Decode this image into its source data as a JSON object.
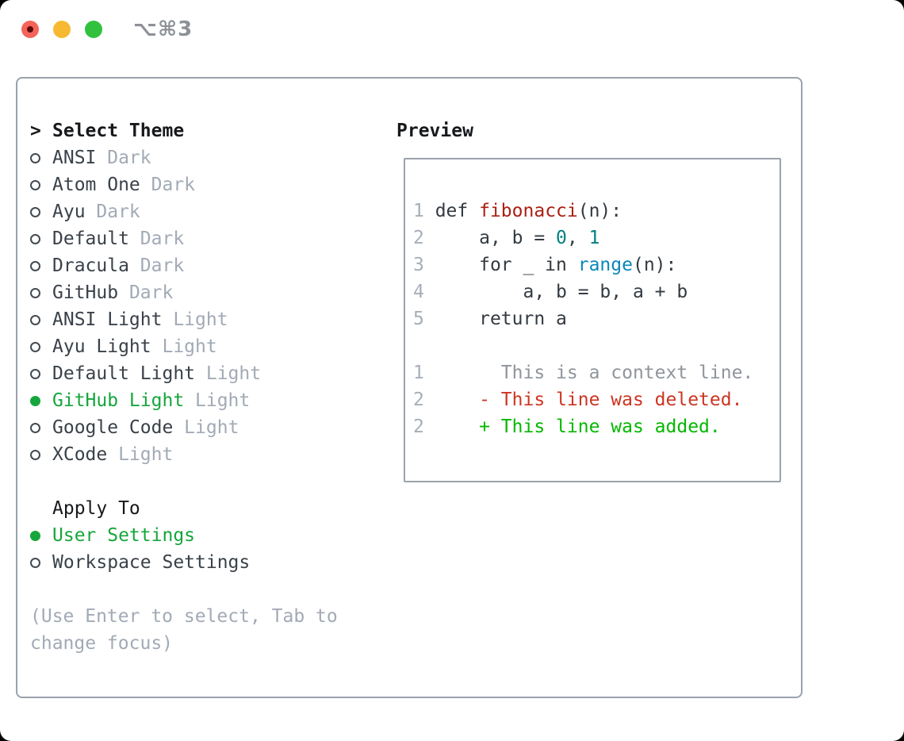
{
  "window": {
    "title": "⌥⌘3"
  },
  "titlebar": {
    "buttons": [
      {
        "name": "close-button",
        "color": "#f4645a",
        "has_dot": true
      },
      {
        "name": "minimize-button",
        "color": "#f7b932",
        "has_dot": false
      },
      {
        "name": "zoom-button",
        "color": "#32c13e",
        "has_dot": false
      }
    ]
  },
  "theme_panel": {
    "prompt": ">",
    "header": "Select Theme",
    "themes": [
      {
        "name": "ANSI",
        "variant": "Dark",
        "selected": false
      },
      {
        "name": "Atom One",
        "variant": "Dark",
        "selected": false
      },
      {
        "name": "Ayu",
        "variant": "Dark",
        "selected": false
      },
      {
        "name": "Default",
        "variant": "Dark",
        "selected": false
      },
      {
        "name": "Dracula",
        "variant": "Dark",
        "selected": false
      },
      {
        "name": "GitHub",
        "variant": "Dark",
        "selected": false
      },
      {
        "name": "ANSI Light",
        "variant": "Light",
        "selected": false
      },
      {
        "name": "Ayu Light",
        "variant": "Light",
        "selected": false
      },
      {
        "name": "Default Light",
        "variant": "Light",
        "selected": false
      },
      {
        "name": "GitHub Light",
        "variant": "Light",
        "selected": true
      },
      {
        "name": "Google Code",
        "variant": "Light",
        "selected": false
      },
      {
        "name": "XCode",
        "variant": "Light",
        "selected": false
      }
    ],
    "apply_to": {
      "label": "Apply To",
      "options": [
        {
          "name": "User Settings",
          "selected": true
        },
        {
          "name": "Workspace Settings",
          "selected": false
        }
      ]
    },
    "hint_lines": [
      "(Use Enter to select, Tab to",
      "change focus)"
    ]
  },
  "preview": {
    "title": "Preview",
    "lines": [
      [
        [
          "ln",
          "1"
        ],
        [
          "plain",
          " def "
        ],
        [
          "fn",
          "fibonacci"
        ],
        [
          "plain",
          "(n):"
        ]
      ],
      [
        [
          "ln",
          "2"
        ],
        [
          "plain",
          "     a, b = "
        ],
        [
          "num",
          "0"
        ],
        [
          "plain",
          ", "
        ],
        [
          "num",
          "1"
        ]
      ],
      [
        [
          "ln",
          "3"
        ],
        [
          "plain",
          "     for _ in "
        ],
        [
          "builtin",
          "range"
        ],
        [
          "plain",
          "(n):"
        ]
      ],
      [
        [
          "ln",
          "4"
        ],
        [
          "plain",
          "         a, b = b, a + b"
        ]
      ],
      [
        [
          "ln",
          "5"
        ],
        [
          "plain",
          "     return a"
        ]
      ],
      [],
      [
        [
          "ln",
          "1"
        ],
        [
          "ctx",
          "       This is a context line."
        ]
      ],
      [
        [
          "ln",
          "2"
        ],
        [
          "del",
          "     - This line was deleted."
        ]
      ],
      [
        [
          "ln",
          "2"
        ],
        [
          "add",
          "     + This line was added."
        ]
      ]
    ]
  },
  "colors": {
    "accent_green": "#16a63c",
    "text_dark": "#3a4149",
    "text_black": "#17191c",
    "muted": "#a2aab6",
    "border": "#9aa2ac",
    "code_plain": "#333a41",
    "code_function": "#ab1f14",
    "code_number": "#008080",
    "code_builtin": "#0b87ba",
    "line_number": "#a6aeb8",
    "diff_context": "#8f959b",
    "diff_deleted": "#cc3522",
    "diff_added": "#04b800",
    "traffic_red": "#f4645a",
    "traffic_yellow": "#f7b932",
    "traffic_green": "#32c13e"
  }
}
